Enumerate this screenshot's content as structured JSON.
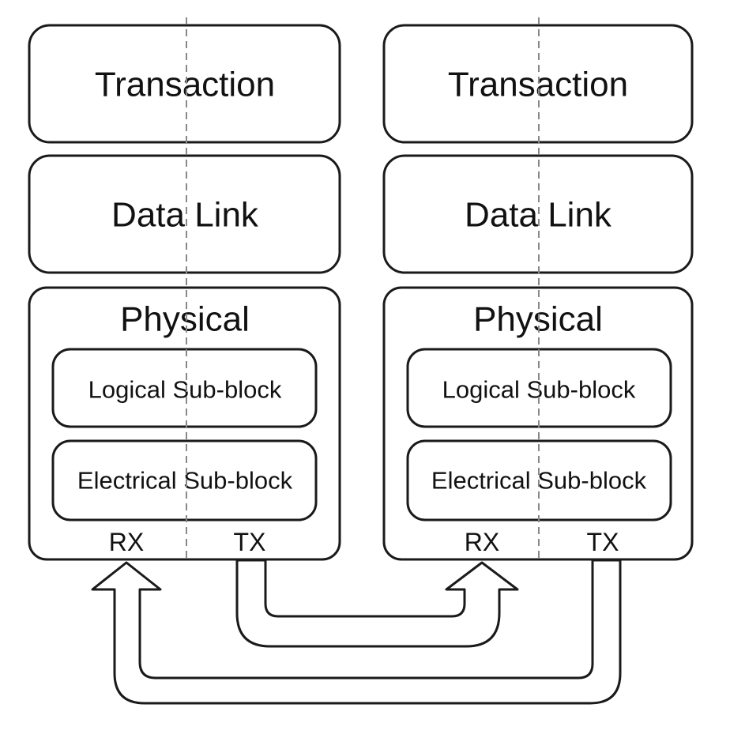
{
  "stacks": [
    {
      "transaction_label": "Transaction",
      "datalink_label": "Data Link",
      "physical_label": "Physical",
      "logical_label": "Logical Sub-block",
      "electrical_label": "Electrical Sub-block",
      "rx_label": "RX",
      "tx_label": "TX"
    },
    {
      "transaction_label": "Transaction",
      "datalink_label": "Data Link",
      "physical_label": "Physical",
      "logical_label": "Logical Sub-block",
      "electrical_label": "Electrical Sub-block",
      "rx_label": "RX",
      "tx_label": "TX"
    }
  ],
  "links": [
    {
      "from": "stack-1 TX",
      "to": "stack-2 RX"
    },
    {
      "from": "stack-2 TX",
      "to": "stack-1 RX"
    }
  ],
  "colors": {
    "stroke": "#1a1a1a",
    "divider": "#888888",
    "background": "#ffffff"
  }
}
